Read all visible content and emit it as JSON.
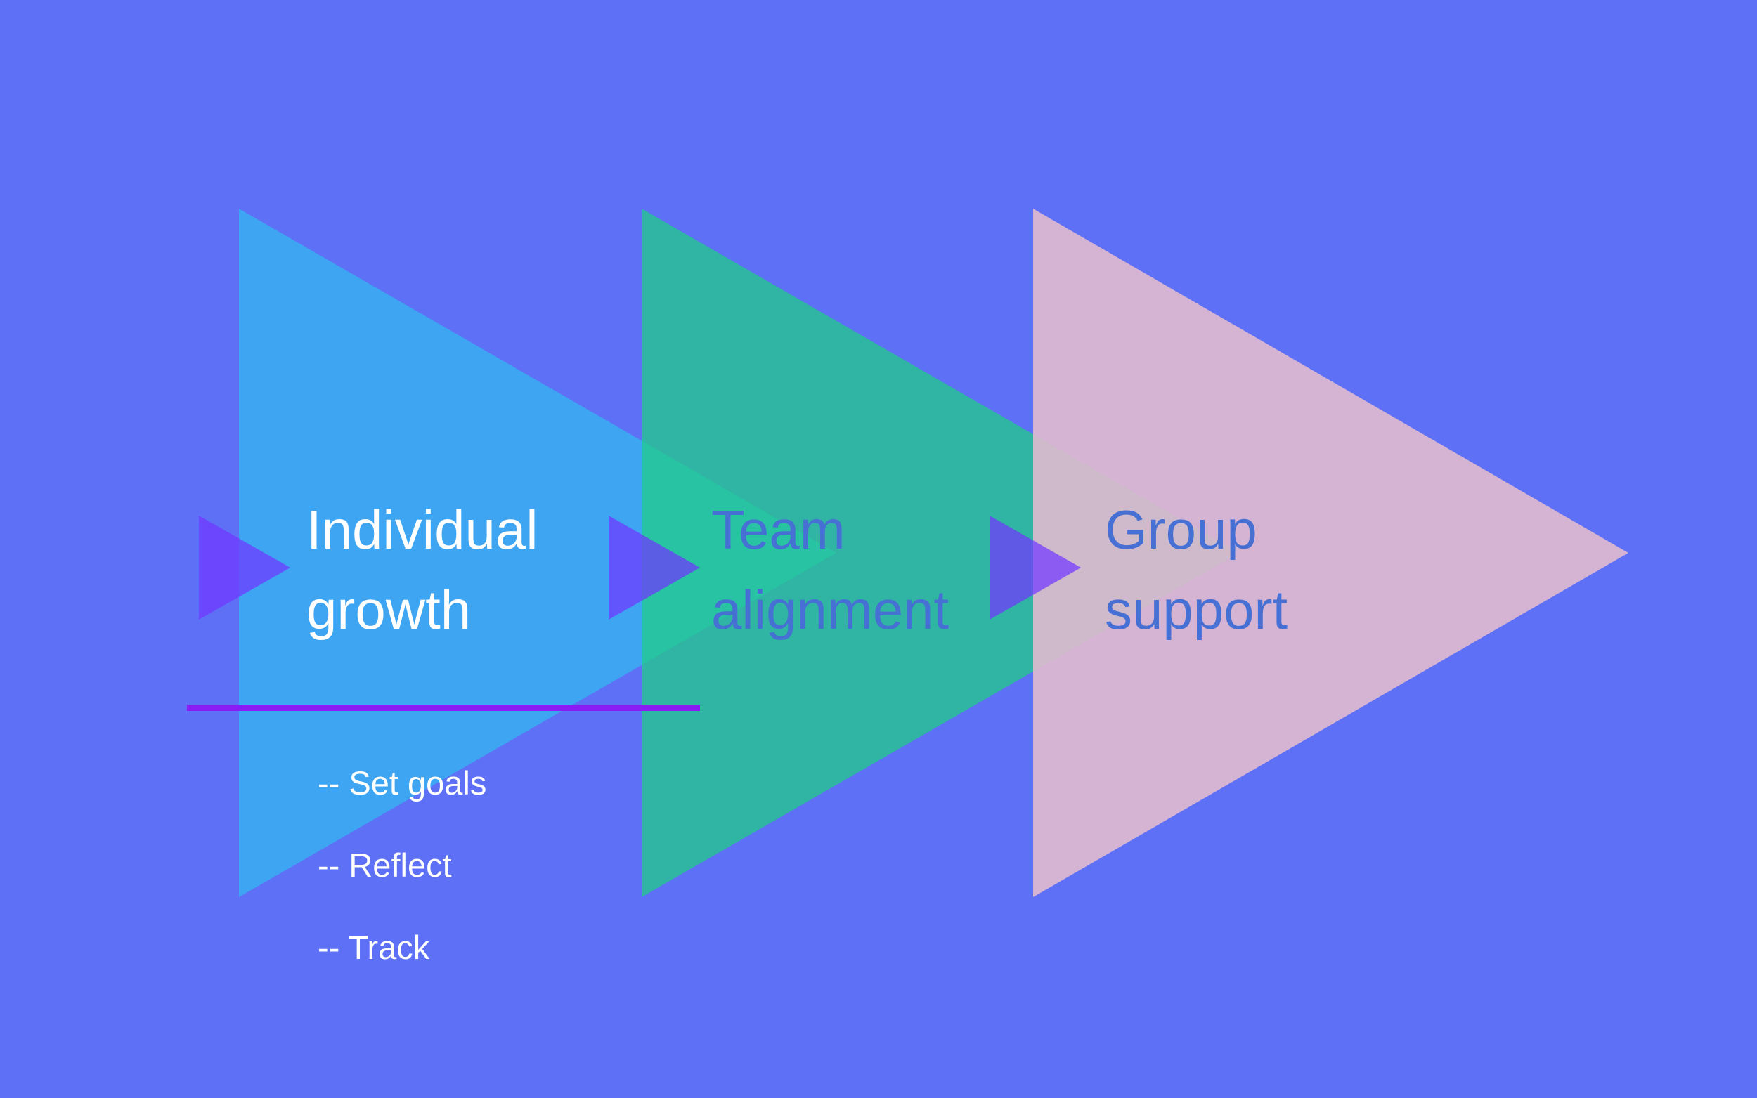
{
  "colors": {
    "background": "#5D70F6",
    "stage_fills": [
      "#3EA5F2",
      "#1FCE82",
      "#E1BACF"
    ],
    "stage_opacity": [
      1,
      0.72,
      0.9
    ],
    "marker": "#7236FF",
    "divider": "#8A1BF5",
    "title_light": "#FFFFFF",
    "title_dark": "#4670D4",
    "list_text": "#FFFFFF"
  },
  "stages": [
    {
      "line1": "Individual",
      "line2": "growth",
      "title_color": "#FFFFFF"
    },
    {
      "line1": "Team",
      "line2": "alignment",
      "title_color": "#4670D4"
    },
    {
      "line1": "Group",
      "line2": "support",
      "title_color": "#4670D4"
    }
  ],
  "items": [
    "-- Set goals",
    "-- Reflect",
    "-- Track"
  ]
}
